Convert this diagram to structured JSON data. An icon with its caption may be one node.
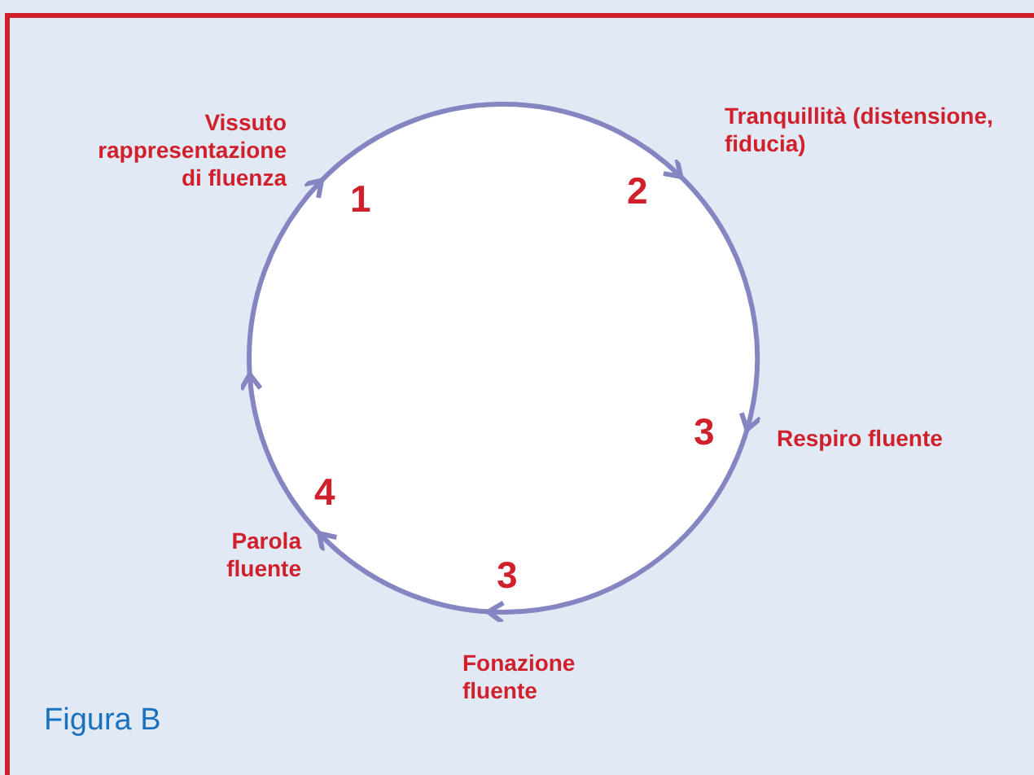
{
  "diagram": {
    "caption": "Figura B",
    "nodes": [
      {
        "text": [
          "Vissuto rappresentazione di fluenza"
        ],
        "beside": [
          "1"
        ]
      },
      {
        "text": [
          "Tranquillità (distensione, fiducia)"
        ],
        "beside": [
          "2"
        ]
      },
      {
        "text": [
          "Respiro fluente"
        ],
        "beside": [
          "3"
        ]
      },
      {
        "text": [
          "Fonazione fluente"
        ],
        "beside": [
          "3"
        ]
      },
      {
        "text": [
          "Parola fluente"
        ],
        "beside": [
          "4"
        ]
      }
    ],
    "edges": [
      {
        "from": 0,
        "to": 1,
        "arrow": "to"
      },
      {
        "from": 1,
        "to": 2,
        "arrow": "to"
      },
      {
        "from": 2,
        "to": 3,
        "arrow": "to"
      },
      {
        "from": 3,
        "to": 4,
        "arrow": "to"
      },
      {
        "from": 4,
        "to": 0,
        "arrow": "to"
      }
    ]
  }
}
